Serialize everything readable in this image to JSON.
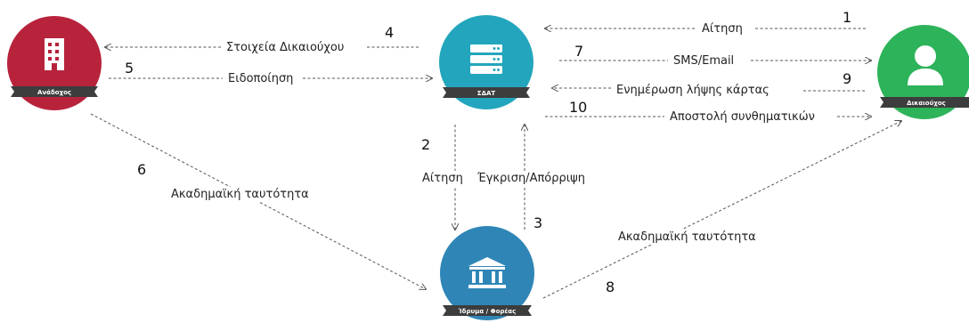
{
  "nodes": {
    "contractor": {
      "label": "Ανάδοχος",
      "color": "#b8233c"
    },
    "sdat": {
      "label": "ΣΔΑΤ",
      "color": "#23a6bd"
    },
    "beneficiary": {
      "label": "Δικαιούχος",
      "color": "#2db35a"
    },
    "institution": {
      "label": "Ίδρυμα / Φορέας",
      "color": "#2f86b6"
    }
  },
  "ribbon_color": "#3d3d3d",
  "flows": [
    {
      "step": "1",
      "label": "Αίτηση"
    },
    {
      "step": "2",
      "label": "Αίτηση"
    },
    {
      "step": "3",
      "label": "Έγκριση/Απόρριψη"
    },
    {
      "step": "4",
      "label": "Στοιχεία Δικαιούχου"
    },
    {
      "step": "5",
      "label": "Ειδοποίηση"
    },
    {
      "step": "6",
      "label": "Ακαδημαϊκή ταυτότητα"
    },
    {
      "step": "7",
      "label": "SMS/Email"
    },
    {
      "step": "8",
      "label": "Ακαδημαϊκή ταυτότητα"
    },
    {
      "step": "9",
      "label": "Ενημέρωση λήψης κάρτας"
    },
    {
      "step": "10",
      "label": "Αποστολή συνθηματικών"
    }
  ]
}
